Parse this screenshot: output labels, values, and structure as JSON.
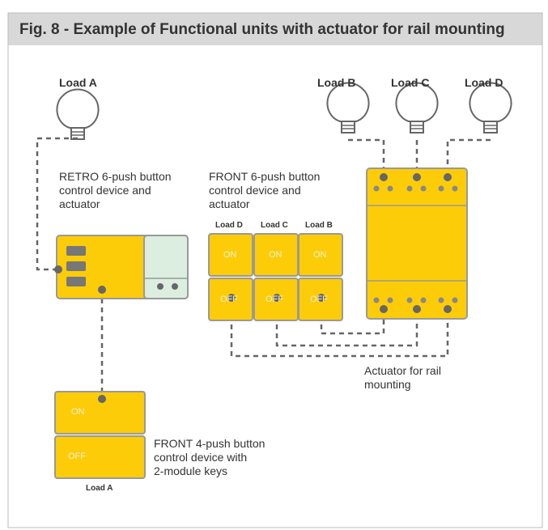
{
  "title": "Fig. 8 - Example of Functional units with actuator for rail mounting",
  "loads": {
    "a": "Load A",
    "b": "Load B",
    "c": "Load C",
    "d": "Load D"
  },
  "retro_device": {
    "caption": [
      "RETRO 6-push button",
      "control device and",
      "actuator"
    ]
  },
  "front6_device": {
    "caption": [
      "FRONT 6-push button",
      "control device and",
      "actuator"
    ],
    "columns": [
      {
        "load": "Load D",
        "on": "ON",
        "off": "OFF"
      },
      {
        "load": "Load C",
        "on": "ON",
        "off": "OFF"
      },
      {
        "load": "Load B",
        "on": "ON",
        "off": "OFF"
      }
    ]
  },
  "front4_device": {
    "caption": [
      "FRONT 4-push button",
      "control device with",
      "2-module keys"
    ],
    "on": "ON",
    "off": "OFF",
    "load": "Load A"
  },
  "actuator": {
    "caption": [
      "Actuator for rail",
      "mounting"
    ]
  },
  "colors": {
    "module_yellow": "#fccc09",
    "module_border": "#999999",
    "wire": "#666666",
    "title_bar": "#d8d8d8",
    "panel_green": "#dbeee0"
  },
  "icons": [
    "bulb-icon"
  ]
}
